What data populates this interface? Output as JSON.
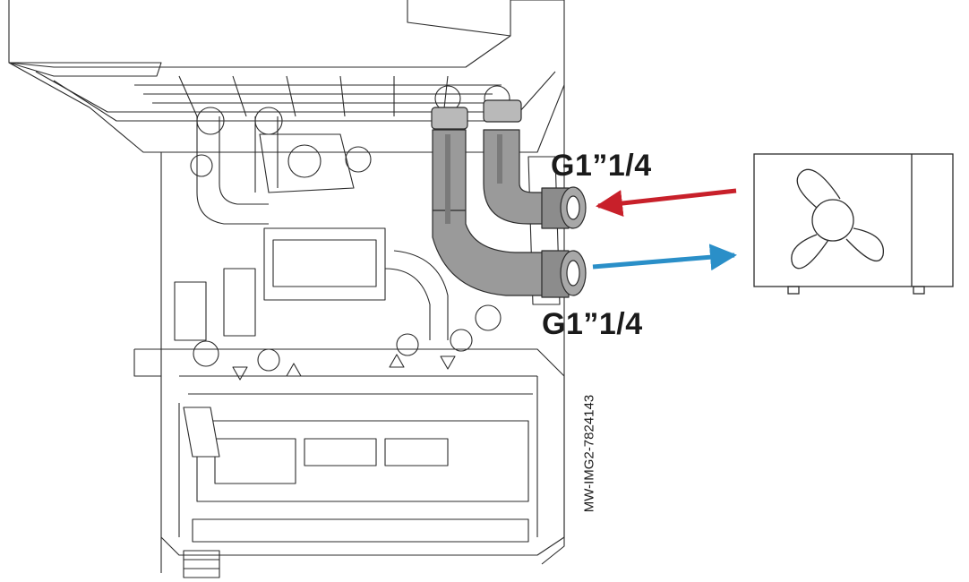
{
  "labels": {
    "connection_top": "G1”1/4",
    "connection_bottom": "G1”1/4",
    "reference_code": "MW-IMG2-7824143"
  },
  "flows": [
    {
      "name": "return-from-heat-pump",
      "color": "#c8202a"
    },
    {
      "name": "flow-to-heat-pump",
      "color": "#2a8fc8"
    }
  ],
  "colors": {
    "line": "#2b2b2b",
    "pipe_highlight": "#9a9a9a",
    "pipe_shade": "#7a7a7a"
  },
  "icons": {
    "outdoor_unit": "heat-pump-fan-icon"
  }
}
